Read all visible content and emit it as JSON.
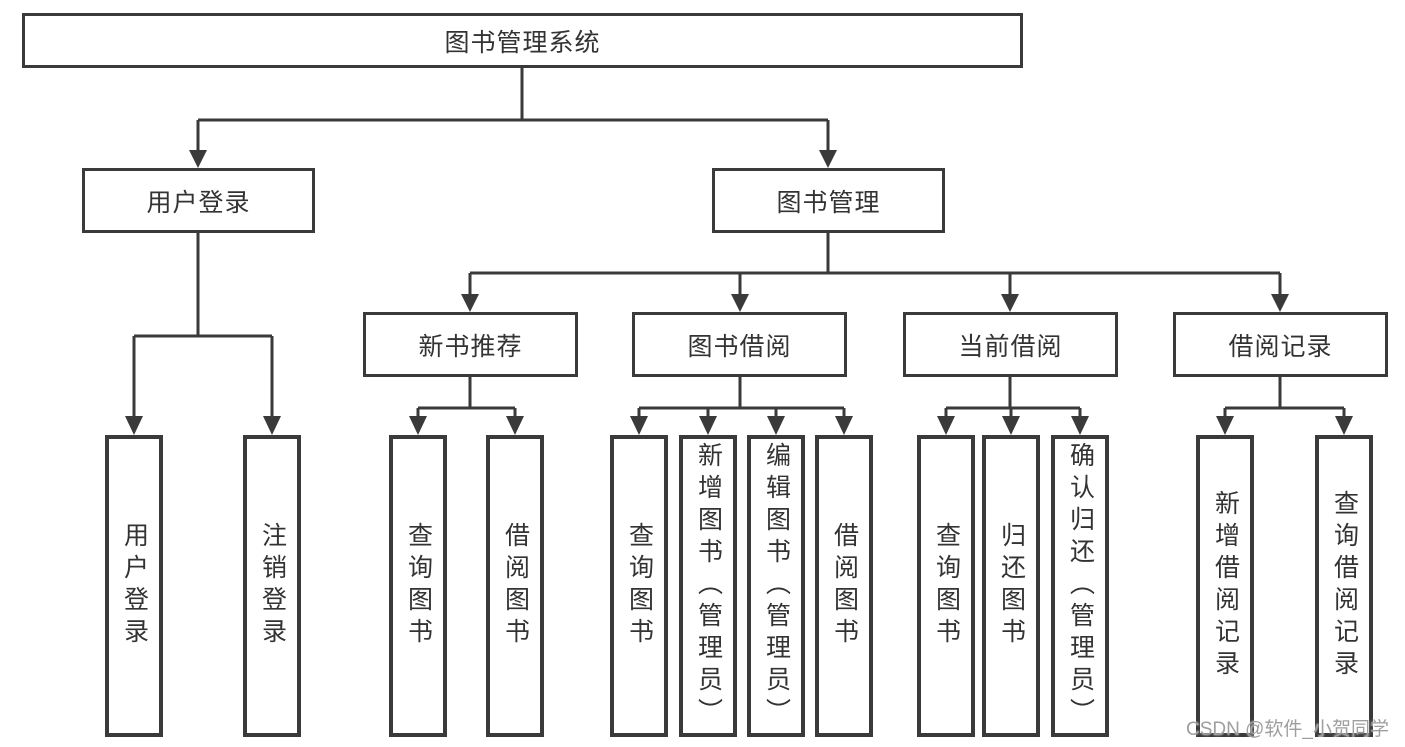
{
  "colors": {
    "line": "#3a3a3a",
    "box_border": "#3a3a3a",
    "text": "#333333",
    "background": "#ffffff",
    "watermark": "#9e9e9e"
  },
  "watermark": {
    "text": "CSDN @软件_小贺同学"
  },
  "diagram": {
    "root": {
      "label": "图书管理系统"
    },
    "branches": [
      {
        "label": "用户登录"
      },
      {
        "label": "图书管理"
      }
    ],
    "modules": [
      {
        "label": "新书推荐"
      },
      {
        "label": "图书借阅"
      },
      {
        "label": "当前借阅"
      },
      {
        "label": "借阅记录"
      }
    ],
    "leaves": {
      "user_login": [
        "用户登录",
        "注销登录"
      ],
      "new_books": [
        "查询图书",
        "借阅图书"
      ],
      "book_borrow": [
        "查询图书",
        "新增图书（管理员）",
        "编辑图书（管理员）",
        "借阅图书"
      ],
      "current_borrow": [
        "查询图书",
        "归还图书",
        "确认归还（管理员）"
      ],
      "borrow_records": [
        "新增借阅记录",
        "查询借阅记录"
      ]
    }
  }
}
